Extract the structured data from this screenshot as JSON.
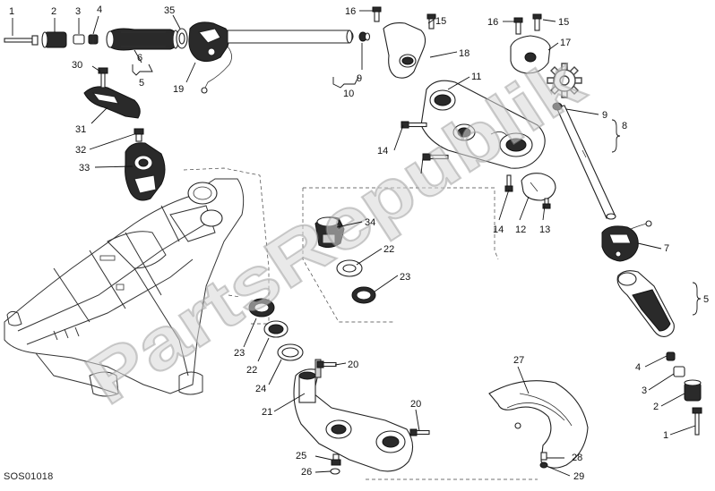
{
  "drawing_code": "SOS01018",
  "watermark": "PartsRepublik",
  "colors": {
    "line": "#222222",
    "background": "#ffffff",
    "watermark": "#d7d7d7"
  },
  "icons": [
    "gear-icon"
  ],
  "labels": {
    "l1a": "1",
    "l2a": "2",
    "l3a": "3",
    "l4a": "4",
    "l35": "35",
    "l6a": "6",
    "l5a": "5",
    "l19": "19",
    "l16a": "16",
    "l15a": "15",
    "l18": "18",
    "l9a": "9",
    "l10": "10",
    "l16b": "16",
    "l15b": "15",
    "l17": "17",
    "l30": "30",
    "l31": "31",
    "l32": "32",
    "l33": "33",
    "l11": "11",
    "l9b": "9",
    "l8": "8",
    "l14a": "14",
    "l14b": "14",
    "l12": "12",
    "l13": "13",
    "l34": "34",
    "l22a": "22",
    "l23a": "23",
    "l7": "7",
    "l5b": "5",
    "l23b": "23",
    "l22b": "22",
    "l24": "24",
    "l20a": "20",
    "l21": "21",
    "l20b": "20",
    "l25": "25",
    "l26": "26",
    "l27": "27",
    "l28": "28",
    "l29": "29",
    "l4b": "4",
    "l3b": "3",
    "l2b": "2",
    "l1b": "1"
  }
}
